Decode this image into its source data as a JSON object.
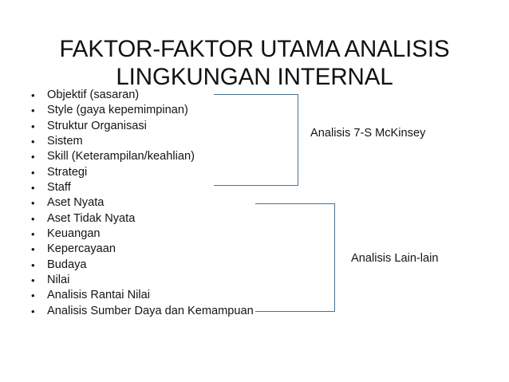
{
  "slide": {
    "title": "FAKTOR-FAKTOR UTAMA ANALISIS LINGKUNGAN INTERNAL",
    "background_color": "#ffffff",
    "text_color": "#141414",
    "bracket_color": "#4a7390"
  },
  "bullets": [
    {
      "marker": "•",
      "text": "Objektif (sasaran)"
    },
    {
      "marker": "•",
      "text": "Style (gaya kepemimpinan)"
    },
    {
      "marker": "•",
      "text": "Struktur Organisasi"
    },
    {
      "marker": "•",
      "text": "Sistem"
    },
    {
      "marker": "•",
      "text": "Skill (Keterampilan/keahlian)"
    },
    {
      "marker": "•",
      "text": "Strategi"
    },
    {
      "marker": "•",
      "text": "Staff"
    },
    {
      "marker": "•",
      "text": "Aset Nyata"
    },
    {
      "marker": "•",
      "text": "Aset Tidak Nyata"
    },
    {
      "marker": "•",
      "text": "Keuangan"
    },
    {
      "marker": "•",
      "text": "Kepercayaan"
    },
    {
      "marker": "•",
      "text": "Budaya"
    },
    {
      "marker": "•",
      "text": "Nilai"
    },
    {
      "marker": "•",
      "text": "Analisis Rantai Nilai"
    },
    {
      "marker": "•",
      "text": "Analisis Sumber Daya dan Kemampuan"
    }
  ],
  "groups": [
    {
      "id": "mckinsey",
      "label": "Analisis 7-S McKinsey",
      "covers_bullets": [
        1,
        7
      ]
    },
    {
      "id": "lainlain",
      "label": "Analisis Lain-lain",
      "covers_bullets": [
        8,
        15
      ]
    }
  ]
}
